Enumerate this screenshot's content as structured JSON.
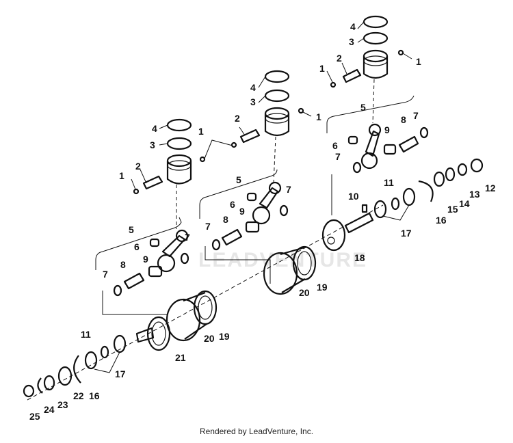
{
  "watermark": "LEADVENTURE",
  "footer": "Rendered by LeadVenture, Inc.",
  "labels": [
    "1",
    "2",
    "3",
    "4",
    "5",
    "6",
    "7",
    "8",
    "9",
    "10",
    "11",
    "12",
    "13",
    "14",
    "15",
    "16",
    "17",
    "18",
    "19",
    "20",
    "21",
    "22",
    "23",
    "24",
    "25"
  ]
}
